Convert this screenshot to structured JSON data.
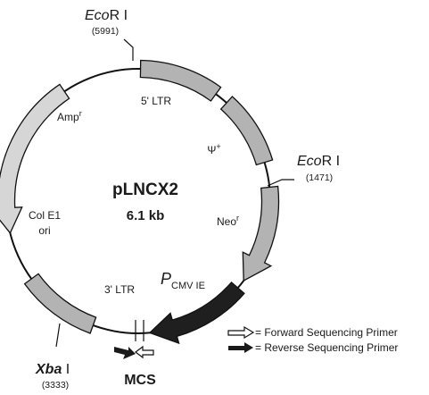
{
  "plasmid": {
    "name": "pLNCX2",
    "size": "6.1 kb"
  },
  "sites": {
    "ecori_top": {
      "enzyme_italic": "Eco",
      "enzyme_rest": "R I",
      "position": "(5991)"
    },
    "ecori_right": {
      "enzyme_italic": "Eco",
      "enzyme_rest": "R I",
      "position": "(1471)"
    },
    "xbai": {
      "enzyme_italic": "Xba",
      "enzyme_rest": " I",
      "position": "(3333)"
    }
  },
  "features": {
    "ltr5": "5' LTR",
    "psi": "Ψ",
    "psi_sup": "+",
    "neo": "Neo",
    "neo_sup": "r",
    "pcmv": "P",
    "pcmv_sub": "CMV IE",
    "ltr3": "3' LTR",
    "amp": "Amp",
    "amp_sup": "r",
    "ori_line1": "Col E1",
    "ori_line2": "ori",
    "mcs": "MCS"
  },
  "legend": {
    "forward": "= Forward Sequencing Primer",
    "reverse": "= Reverse Sequencing Primer"
  },
  "colors": {
    "feature_fill": "#b3b3b3",
    "amp_fill": "#d6d6d6",
    "promoter_fill": "#1f1f1f",
    "outline": "#111111"
  }
}
